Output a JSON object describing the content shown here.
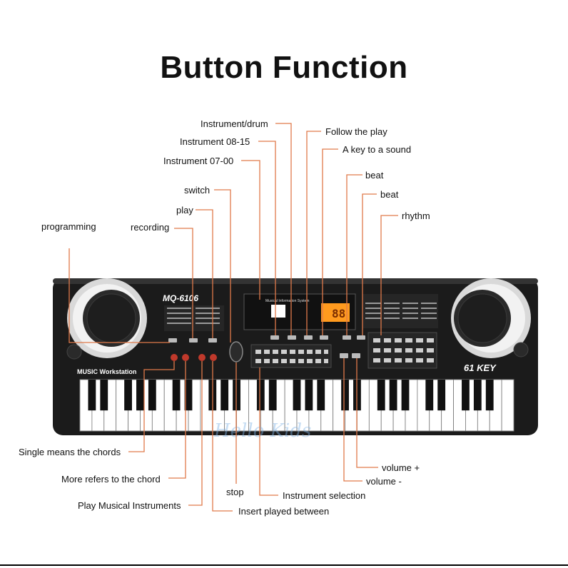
{
  "title": "Button Function",
  "keyboard": {
    "model": "MQ-6106",
    "badge": "MUSIC Workstation",
    "key_count": "61 KEY",
    "panel_title": "Musical Information System",
    "display_value": "88",
    "watermark": "Hello Kids"
  },
  "callouts": {
    "instrument_drum": "Instrument/drum",
    "follow_the_play": "Follow the play",
    "instrument_08_15": "Instrument 08-15",
    "a_key_to_a_sound": "A key to a sound",
    "instrument_07_00": "Instrument 07-00",
    "beat_1": "beat",
    "switch": "switch",
    "beat_2": "beat",
    "play": "play",
    "rhythm": "rhythm",
    "programming": "programming",
    "recording": "recording",
    "single_means_the_chords": "Single means the chords",
    "more_refers_to_the_chord": "More refers to the chord",
    "play_musical_instruments": "Play Musical Instruments",
    "stop": "stop",
    "insert_played_between": "Insert played between",
    "instrument_selection": "Instrument selection",
    "volume_plus": "volume +",
    "volume_minus": "volume -"
  },
  "colors": {
    "leader": "#e07a4a",
    "body": "#1b1b1b",
    "panel": "#2a2a2a",
    "button_red": "#c0392b",
    "button_gray": "#bbbbbb",
    "display": "#ff9a1e"
  }
}
